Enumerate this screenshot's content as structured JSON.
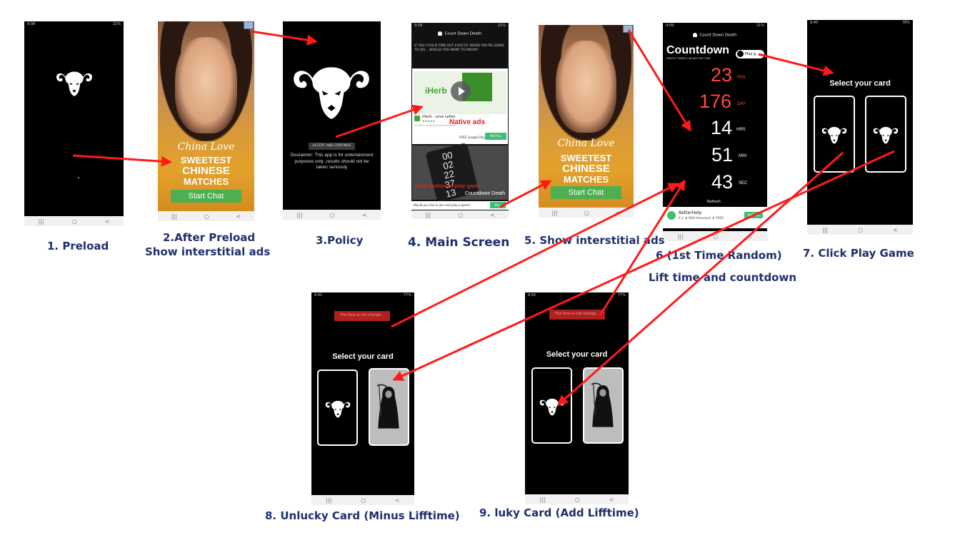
{
  "colors": {
    "arrow": "#ff1a1a",
    "caption": "#1f2f6e",
    "screen_bg": "#000000",
    "countdown_red": "#ff4a3d",
    "install_green": "#3fbf73"
  },
  "icons": [
    "ram-skull-icon",
    "grim-reaper-icon",
    "play-icon"
  ],
  "nav_glyphs": {
    "recents": "|||",
    "home": "○",
    "back": "<"
  },
  "captions": {
    "c1": "1. Preload",
    "c2a": "2.After Preload",
    "c2b": "Show interstitial ads",
    "c3": "3.Policy",
    "c4": "4. Main Screen",
    "c5": "5. Show interstitial ads",
    "c6a": "6 (1st Time Random)",
    "c6b": "Lift time and countdown",
    "c7": "7. Click Play Game",
    "c8": "8. Unlucky Card (Minus Lifftime)",
    "c9": "9. luky Card (Add Lifftime)"
  },
  "screen1": {
    "time": "9:08",
    "status": "21%"
  },
  "ad": {
    "brand": "China Love",
    "line1": "SWEETEST",
    "line2": "CHINESE",
    "line3": "MATCHES",
    "button": "Start Chat"
  },
  "policy": {
    "accept": "ACCEPT AND CONTINUE",
    "disclaimer": "Disclaimer: This app is for entertainment purposes only ,results should not be taken seriously"
  },
  "main": {
    "time": "9:09",
    "status": "21%",
    "app_title": "Count Down Death",
    "intro": "IF YOU COULD FIND OUT EXACTLY WHEN YOU'RE GOING TO DIE... WOULD YOU WANT TO KNOW?",
    "iherb_logo": "iHerb",
    "iherb_name": "iHerb - Love Letter",
    "iherb_sub": "30,000+ Healthy Products Direct",
    "native_label": "Native ads",
    "free": "FREE",
    "store": "Google Play",
    "install": "INSTALL",
    "play_hint": "Click Button to play game",
    "tile_label": "Countdown Death",
    "question": "Would you like to join and play a game?",
    "play_btn": "Play",
    "watch_numbers": [
      "00",
      "02",
      "22",
      "37",
      "13"
    ]
  },
  "countdown": {
    "time": "9:09",
    "status": "21%",
    "app_title": "Count Down Death",
    "title": "Countdown",
    "tagline": "DEATH? THERE'S AN APP FOR THAT.",
    "play_label": "Play g",
    "rows": [
      {
        "value": "23",
        "unit": "YRS"
      },
      {
        "value": "176",
        "unit": "DAY"
      },
      {
        "value": "14",
        "unit": "HRS"
      },
      {
        "value": "51",
        "unit": "MIN"
      },
      {
        "value": "43",
        "unit": "SEC"
      }
    ],
    "refresh": "Refresh",
    "ad_name": "BetterHelp",
    "ad_rating": "4.1",
    "ad_installs": "600 thousand",
    "ad_free": "FREE",
    "ad_install": "INSTALL"
  },
  "select": {
    "time7": "9:40",
    "status7": "78%",
    "time8": "9:42",
    "status8": "77%",
    "time9": "9:42",
    "status9": "77%",
    "title": "Select your card",
    "toast": "The time is not change..."
  }
}
